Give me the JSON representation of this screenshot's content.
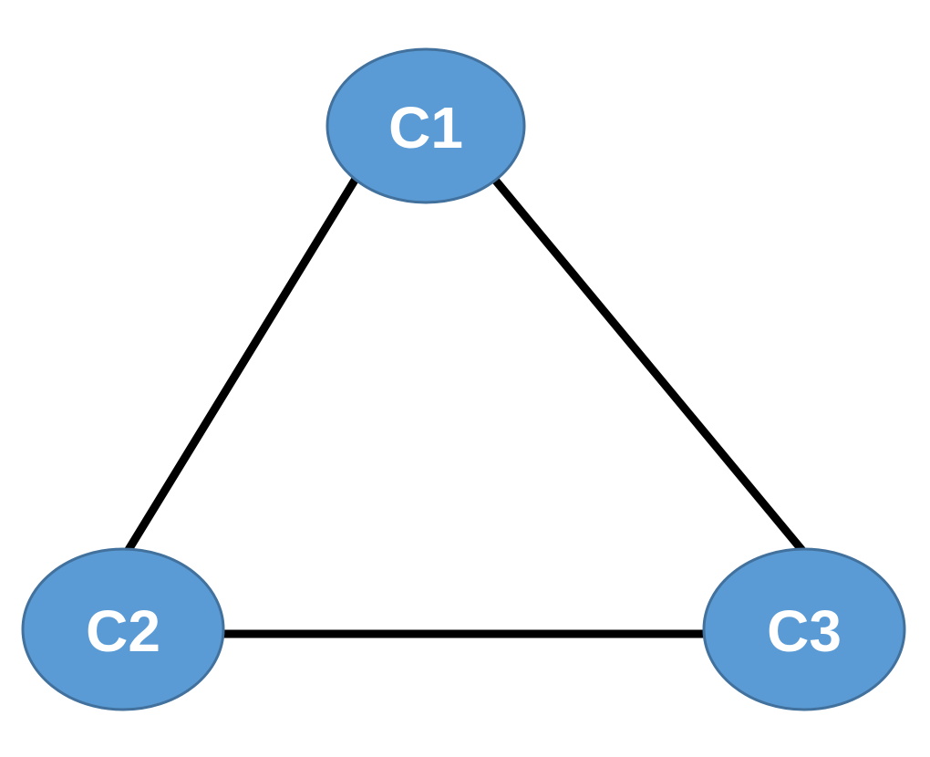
{
  "colors": {
    "node_fill": "#5b9bd5",
    "node_outline": "#41719c",
    "edge": "#000000",
    "label": "#ffffff"
  },
  "nodes": [
    {
      "id": "c1",
      "label": "C1"
    },
    {
      "id": "c2",
      "label": "C2"
    },
    {
      "id": "c3",
      "label": "C3"
    }
  ],
  "edges": [
    {
      "from": "c1",
      "to": "c2"
    },
    {
      "from": "c1",
      "to": "c3"
    },
    {
      "from": "c2",
      "to": "c3"
    }
  ]
}
